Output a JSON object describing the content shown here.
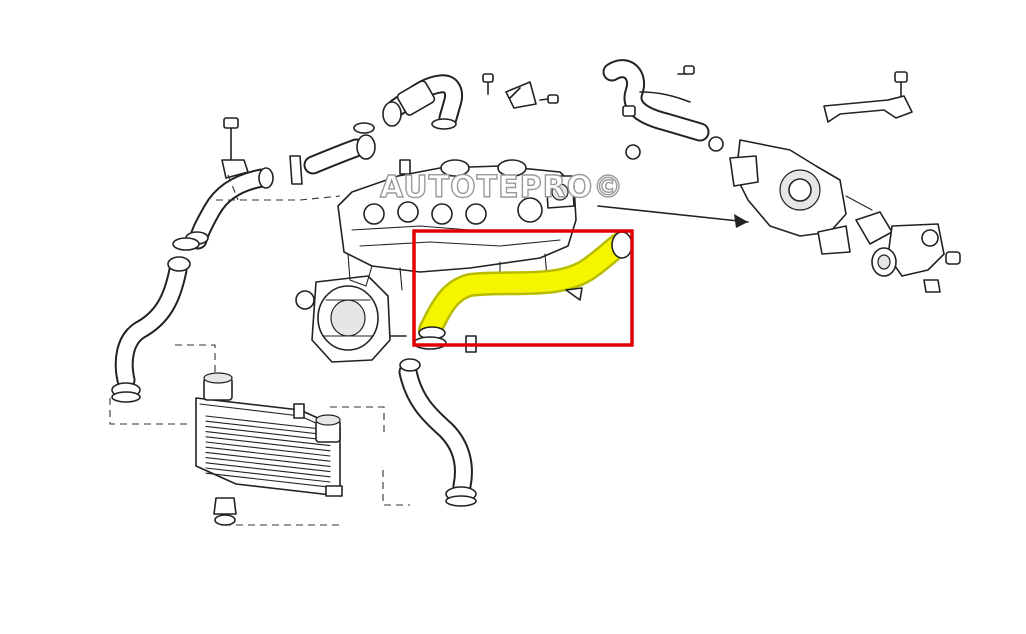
{
  "watermark": "AUTOTEPRO©",
  "colors": {
    "highlight_fill": "#f5f500",
    "highlight_stroke": "#b8bc00",
    "frame": "#e00000",
    "line": "#222222",
    "background": "#ffffff"
  },
  "parts": [
    "engine-block",
    "intercooler",
    "turbocharger",
    "highlighted-intercooler-pipe",
    "throttle-body",
    "egr-valve",
    "hose-clamps",
    "bolts",
    "o-rings"
  ]
}
